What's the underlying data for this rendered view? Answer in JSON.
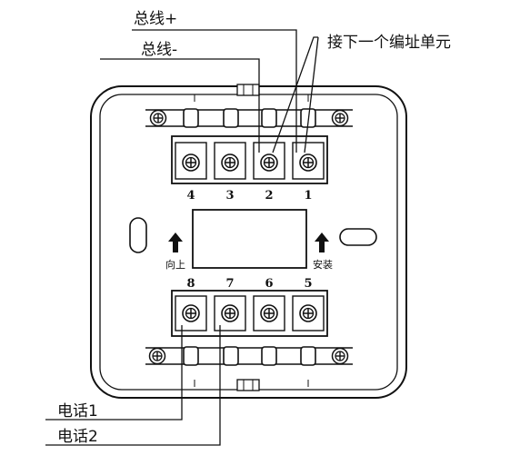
{
  "labels": {
    "bus_plus": "总线+",
    "bus_minus": "总线-",
    "next_unit": "接下一个编址单元",
    "phone1": "电话1",
    "phone2": "电话2",
    "up": "向上",
    "install": "安装"
  },
  "terminals_top": [
    "4",
    "3",
    "2",
    "1"
  ],
  "terminals_bottom": [
    "8",
    "7",
    "6",
    "5"
  ],
  "colors": {
    "line": "#111111",
    "background": "#ffffff"
  }
}
